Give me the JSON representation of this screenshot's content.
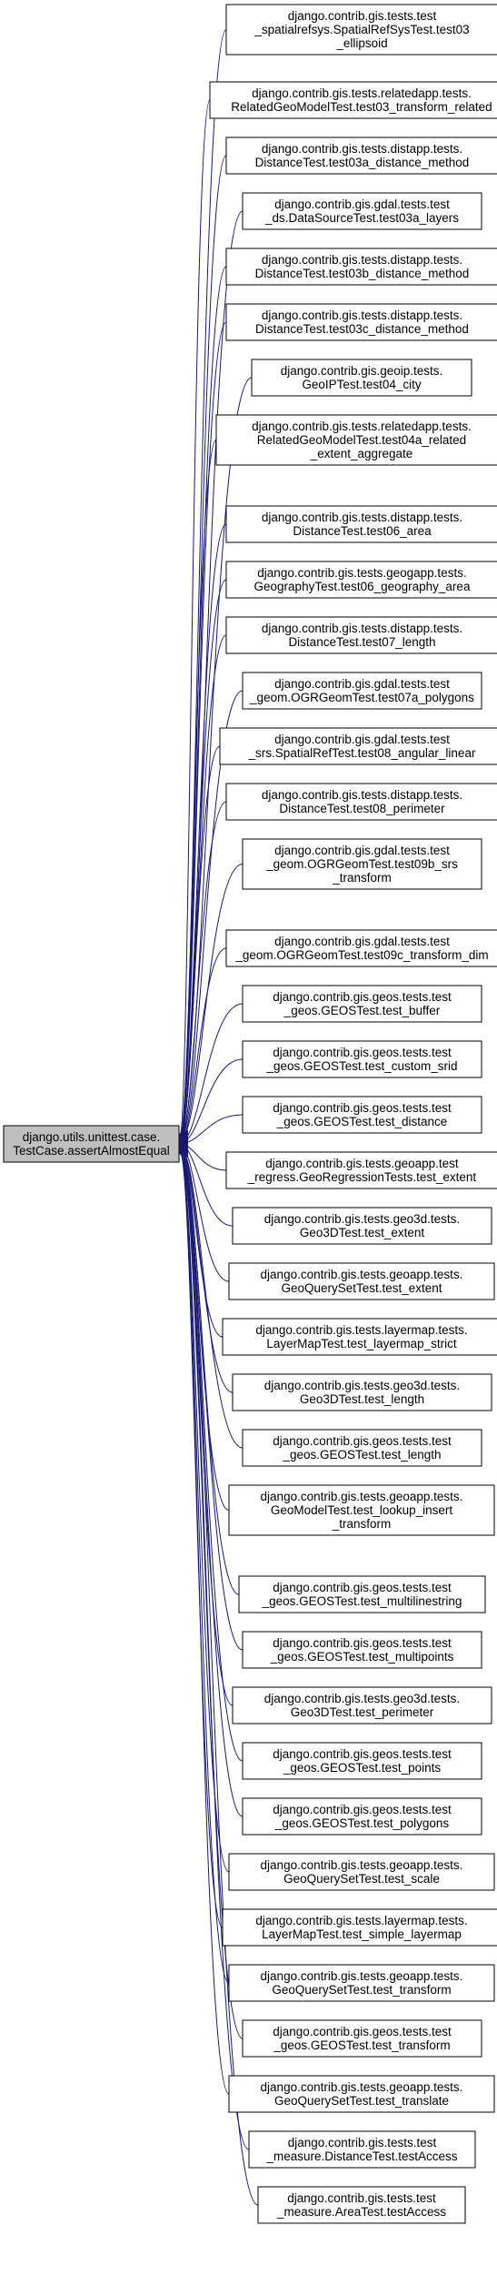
{
  "colors": {
    "edge": "#191970",
    "node_border": "#000000",
    "target_fill": "#bfbfbf",
    "node_fill": "#ffffff",
    "text": "#000000"
  },
  "target": {
    "lines": [
      "django.utils.unittest.case.",
      "TestCase.assertAlmostEqual"
    ]
  },
  "callers": [
    {
      "lines": [
        "django.contrib.gis.tests.test",
        "_spatialrefsys.SpatialRefSysTest.test03",
        "_ellipsoid"
      ]
    },
    {
      "lines": [
        "django.contrib.gis.tests.relatedapp.tests.",
        "RelatedGeoModelTest.test03_transform_related"
      ]
    },
    {
      "lines": [
        "django.contrib.gis.tests.distapp.tests.",
        "DistanceTest.test03a_distance_method"
      ]
    },
    {
      "lines": [
        "django.contrib.gis.gdal.tests.test",
        "_ds.DataSourceTest.test03a_layers"
      ]
    },
    {
      "lines": [
        "django.contrib.gis.tests.distapp.tests.",
        "DistanceTest.test03b_distance_method"
      ]
    },
    {
      "lines": [
        "django.contrib.gis.tests.distapp.tests.",
        "DistanceTest.test03c_distance_method"
      ]
    },
    {
      "lines": [
        "django.contrib.gis.geoip.tests.",
        "GeoIPTest.test04_city"
      ]
    },
    {
      "lines": [
        "django.contrib.gis.tests.relatedapp.tests.",
        "RelatedGeoModelTest.test04a_related",
        "_extent_aggregate"
      ]
    },
    {
      "lines": [
        "django.contrib.gis.tests.distapp.tests.",
        "DistanceTest.test06_area"
      ]
    },
    {
      "lines": [
        "django.contrib.gis.tests.geogapp.tests.",
        "GeographyTest.test06_geography_area"
      ]
    },
    {
      "lines": [
        "django.contrib.gis.tests.distapp.tests.",
        "DistanceTest.test07_length"
      ]
    },
    {
      "lines": [
        "django.contrib.gis.gdal.tests.test",
        "_geom.OGRGeomTest.test07a_polygons"
      ]
    },
    {
      "lines": [
        "django.contrib.gis.gdal.tests.test",
        "_srs.SpatialRefTest.test08_angular_linear"
      ]
    },
    {
      "lines": [
        "django.contrib.gis.tests.distapp.tests.",
        "DistanceTest.test08_perimeter"
      ]
    },
    {
      "lines": [
        "django.contrib.gis.gdal.tests.test",
        "_geom.OGRGeomTest.test09b_srs",
        "_transform"
      ]
    },
    {
      "lines": [
        "django.contrib.gis.gdal.tests.test",
        "_geom.OGRGeomTest.test09c_transform_dim"
      ]
    },
    {
      "lines": [
        "django.contrib.gis.geos.tests.test",
        "_geos.GEOSTest.test_buffer"
      ]
    },
    {
      "lines": [
        "django.contrib.gis.geos.tests.test",
        "_geos.GEOSTest.test_custom_srid"
      ]
    },
    {
      "lines": [
        "django.contrib.gis.geos.tests.test",
        "_geos.GEOSTest.test_distance"
      ]
    },
    {
      "lines": [
        "django.contrib.gis.tests.geoapp.test",
        "_regress.GeoRegressionTests.test_extent"
      ]
    },
    {
      "lines": [
        "django.contrib.gis.tests.geo3d.tests.",
        "Geo3DTest.test_extent"
      ]
    },
    {
      "lines": [
        "django.contrib.gis.tests.geoapp.tests.",
        "GeoQuerySetTest.test_extent"
      ]
    },
    {
      "lines": [
        "django.contrib.gis.tests.layermap.tests.",
        "LayerMapTest.test_layermap_strict"
      ]
    },
    {
      "lines": [
        "django.contrib.gis.tests.geo3d.tests.",
        "Geo3DTest.test_length"
      ]
    },
    {
      "lines": [
        "django.contrib.gis.geos.tests.test",
        "_geos.GEOSTest.test_length"
      ]
    },
    {
      "lines": [
        "django.contrib.gis.tests.geoapp.tests.",
        "GeoModelTest.test_lookup_insert",
        "_transform"
      ]
    },
    {
      "lines": [
        "django.contrib.gis.geos.tests.test",
        "_geos.GEOSTest.test_multilinestring"
      ]
    },
    {
      "lines": [
        "django.contrib.gis.geos.tests.test",
        "_geos.GEOSTest.test_multipoints"
      ]
    },
    {
      "lines": [
        "django.contrib.gis.tests.geo3d.tests.",
        "Geo3DTest.test_perimeter"
      ]
    },
    {
      "lines": [
        "django.contrib.gis.geos.tests.test",
        "_geos.GEOSTest.test_points"
      ]
    },
    {
      "lines": [
        "django.contrib.gis.geos.tests.test",
        "_geos.GEOSTest.test_polygons"
      ]
    },
    {
      "lines": [
        "django.contrib.gis.tests.geoapp.tests.",
        "GeoQuerySetTest.test_scale"
      ]
    },
    {
      "lines": [
        "django.contrib.gis.tests.layermap.tests.",
        "LayerMapTest.test_simple_layermap"
      ]
    },
    {
      "lines": [
        "django.contrib.gis.tests.geoapp.tests.",
        "GeoQuerySetTest.test_transform"
      ]
    },
    {
      "lines": [
        "django.contrib.gis.geos.tests.test",
        "_geos.GEOSTest.test_transform"
      ]
    },
    {
      "lines": [
        "django.contrib.gis.tests.geoapp.tests.",
        "GeoQuerySetTest.test_translate"
      ]
    },
    {
      "lines": [
        "django.contrib.gis.tests.test",
        "_measure.DistanceTest.testAccess"
      ]
    },
    {
      "lines": [
        "django.contrib.gis.tests.test",
        "_measure.AreaTest.testAccess"
      ]
    }
  ]
}
